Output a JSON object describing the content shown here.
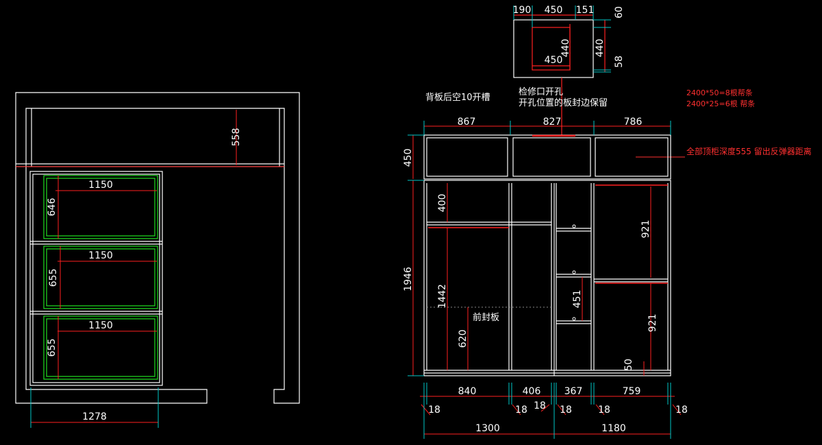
{
  "colors": {
    "background": "#000000",
    "outline": "#ffffff",
    "dimension": "#ff2020",
    "drawer": "#20e020",
    "text": "#ffffff",
    "extension": "#00c8c8",
    "note": "#ff3030"
  },
  "notes": {
    "backplate_slot": "背板后空10开槽",
    "access_hole_line1": "检修口开孔",
    "access_hole_line2": "开孔位置的板封边保留",
    "strip_note1": "2400*50=8根帮条",
    "strip_note2": "2400*25=6根 帮条",
    "top_cabinet_depth": "全部顶柜深度555 留出反弹器距离",
    "front_seal": "前封板"
  },
  "plan_view": {
    "dims": {
      "top_gap": "558",
      "width_total": "1278",
      "drawer1_width": "1150",
      "drawer2_width": "1150",
      "drawer3_width": "1150",
      "drawer1_height": "646",
      "drawer2_height": "655",
      "drawer3_height": "655"
    }
  },
  "access_panel": {
    "dims": {
      "left": "190",
      "middle": "450",
      "right": "151",
      "top_gap": "60",
      "bottom_gap": "58",
      "hole_height": "440",
      "outer_height": "440",
      "hole_width": "450"
    }
  },
  "elevation": {
    "dims": {
      "top_col1": "867",
      "top_col2": "827",
      "top_col3": "786",
      "top_height": "450",
      "body_height": "1946",
      "shelf_400": "400",
      "hang_1442": "1442",
      "front_620": "620",
      "shelf_451": "451",
      "right_921_top": "921",
      "right_921_bottom": "921",
      "gap_50": "50",
      "bottom_840": "840",
      "bottom_406": "406",
      "bottom_367": "367",
      "bottom_759": "759",
      "board_18_a": "18",
      "board_18_b": "18",
      "board_18_c": "18",
      "board_18_d": "18",
      "board_18_e": "18",
      "board_18_f": "18",
      "total_left": "1300",
      "total_right": "1180"
    }
  }
}
